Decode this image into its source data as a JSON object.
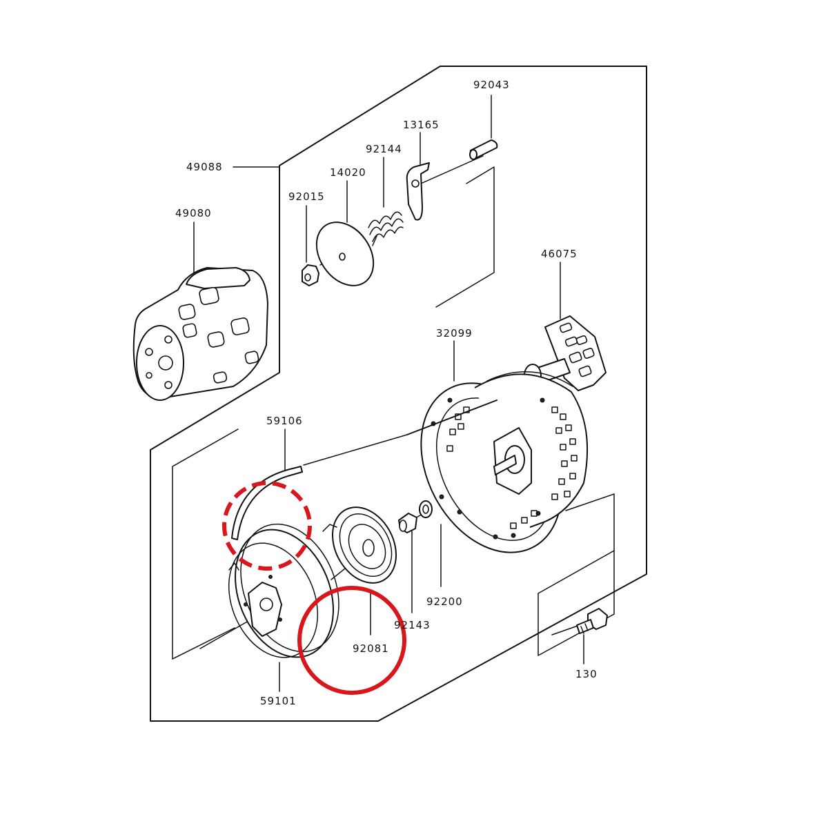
{
  "diagram": {
    "part_labels": {
      "p92043": "92043",
      "p13165": "13165",
      "p92144": "92144",
      "p14020": "14020",
      "p49088": "49088",
      "p92015": "92015",
      "p49080": "49080",
      "p46075": "46075",
      "p32099": "32099",
      "p59106": "59106",
      "p92200": "92200",
      "p92143": "92143",
      "p92081": "92081",
      "p130": "130",
      "p59101": "59101"
    },
    "highlights": [
      {
        "name": "dashed-highlight-circle",
        "style": "dashed",
        "color": "#d9161c"
      },
      {
        "name": "solid-highlight-circle",
        "style": "solid",
        "color": "#d9161c"
      }
    ]
  }
}
